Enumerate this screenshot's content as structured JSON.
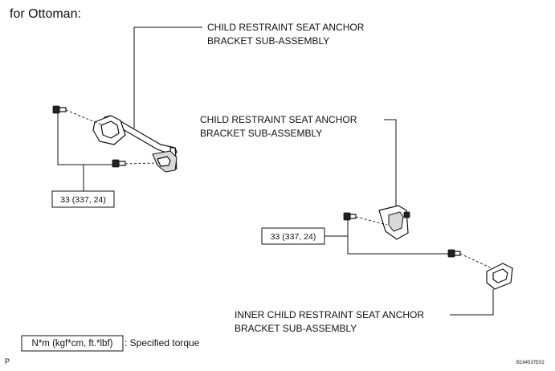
{
  "heading": "for Ottoman:",
  "callouts": {
    "bracket_top_line1": "CHILD RESTRAINT SEAT ANCHOR",
    "bracket_top_line2": "BRACKET SUB-ASSEMBLY",
    "bracket_mid_line1": "CHILD RESTRAINT SEAT ANCHOR",
    "bracket_mid_line2": "BRACKET SUB-ASSEMBLY",
    "inner_line1": "INNER CHILD RESTRAINT SEAT ANCHOR",
    "inner_line2": "BRACKET SUB-ASSEMBLY"
  },
  "torque_boxes": {
    "left": "33 (337, 24)",
    "right": "33 (337, 24)"
  },
  "legend": {
    "unit": "N*m (kgf*cm, ft.*lbf)",
    "description": ": Specified torque"
  },
  "footer": {
    "left_mark": "P",
    "figure_id": "B164537E02"
  }
}
